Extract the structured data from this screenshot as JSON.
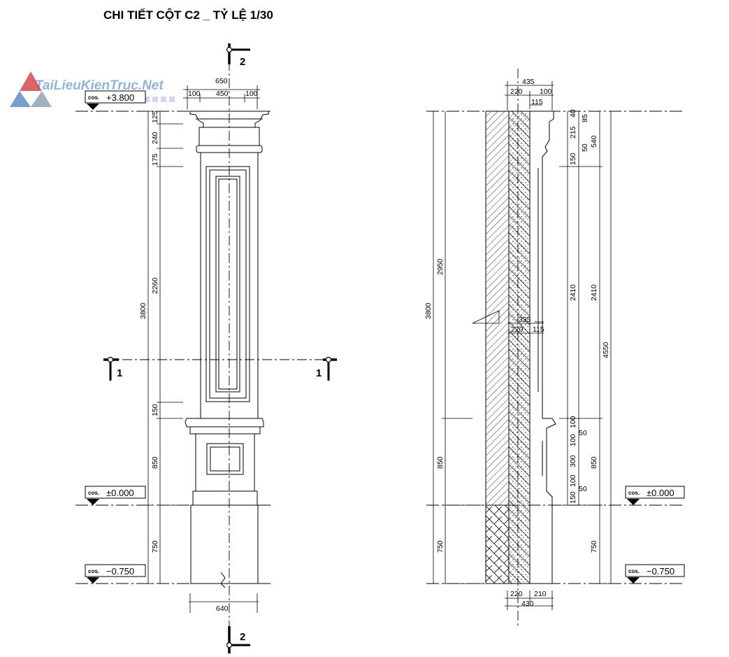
{
  "title": "CHI TIẾT CỘT C2 _ TỶ LỆ 1/30",
  "watermark": "TaiLieuKienTruc.Net",
  "levels": {
    "cos_label": "cos.",
    "top": "+3.800",
    "ground": "±0.000",
    "bottom": "−0.750"
  },
  "section_markers": {
    "s1": "1",
    "s2": "2"
  },
  "elevation_dims": {
    "width_total": "650",
    "width_parts": [
      "100",
      "450",
      "100"
    ],
    "base_width": "640",
    "total_height": "3800",
    "left_chain": [
      "125",
      "240",
      "175",
      "2260",
      "150",
      "850",
      "750"
    ]
  },
  "section_dims": {
    "top_total": "435",
    "top_parts": [
      "220",
      "100"
    ],
    "top_sub": "115",
    "mid_total": "335",
    "mid_parts": [
      "220",
      "115"
    ],
    "bottom_total": "430",
    "bottom_parts": [
      "220",
      "210"
    ],
    "left_total": "3800",
    "left_chain": [
      "2950",
      "850",
      "750"
    ],
    "right_chain_a": [
      "40",
      "85",
      "215",
      "50",
      "150",
      "100",
      "100",
      "300",
      "100",
      "150"
    ],
    "right_chain_b": [
      "2410",
      "50",
      "50"
    ],
    "right_chain_c": [
      "540",
      "2410",
      "850",
      "750"
    ],
    "right_total": "4550"
  },
  "colors": {
    "ink": "#000000",
    "watermark_blue": "#3c78b4",
    "watermark_red": "#cc3333"
  }
}
